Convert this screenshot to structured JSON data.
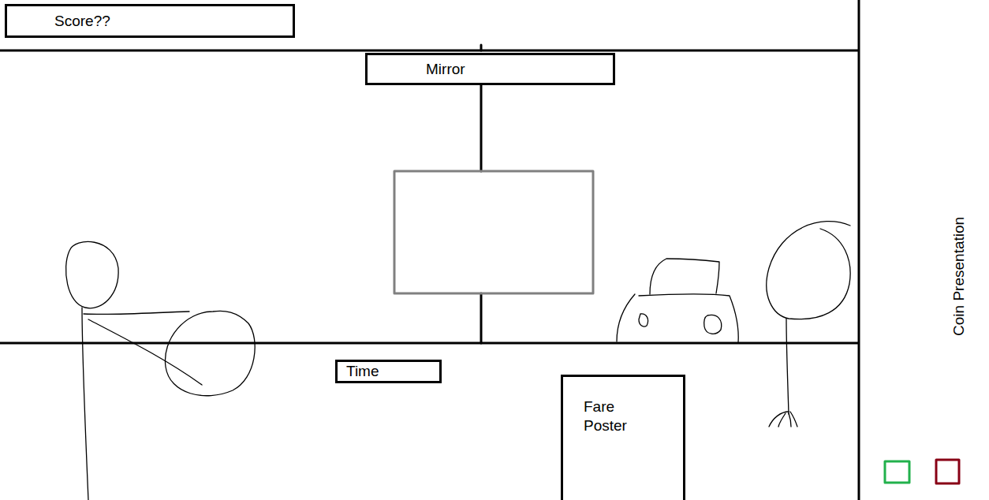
{
  "diagram": {
    "nodes": [
      {
        "text": [
          "Score??"
        ]
      },
      {
        "text": [
          "Mirror"
        ]
      },
      {
        "text": [
          "Time"
        ]
      },
      {
        "text": [
          "Fare Poster"
        ]
      }
    ],
    "labels": [
      "Coin Presentation"
    ]
  }
}
